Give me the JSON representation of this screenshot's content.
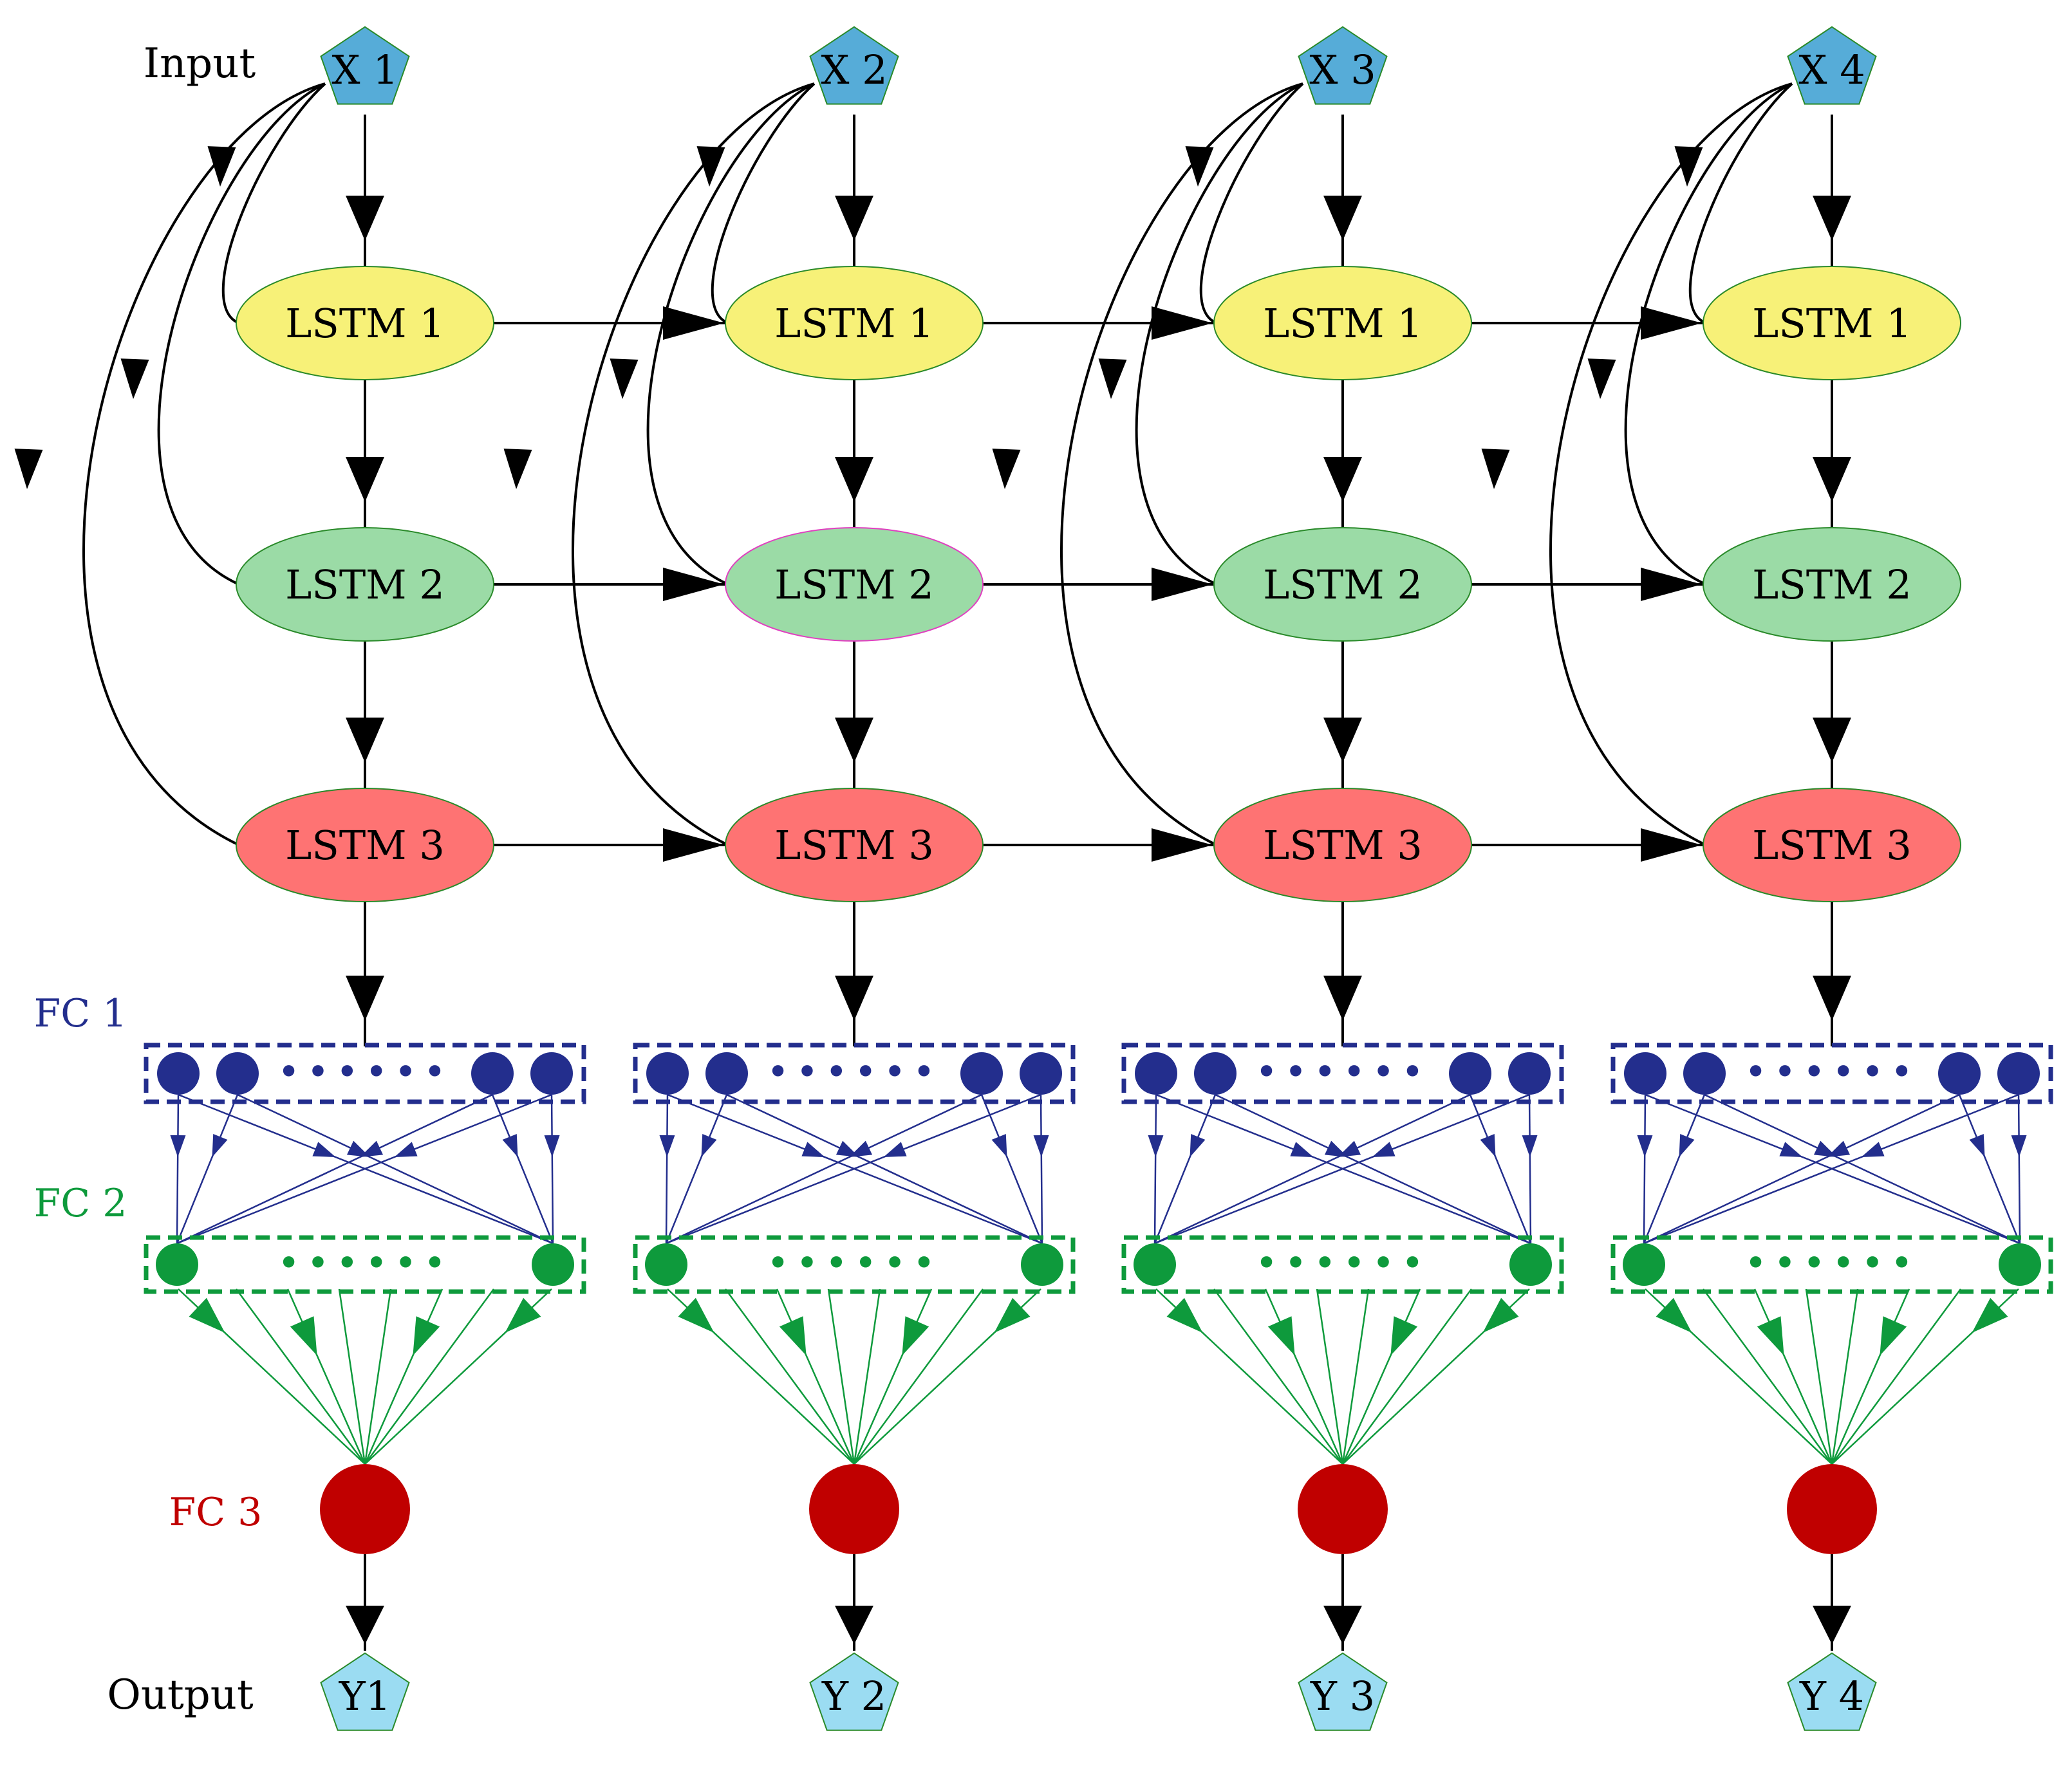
{
  "labels": {
    "input": "Input",
    "output": "Output",
    "fc1": "FC 1",
    "fc2": "FC 2",
    "fc3": "FC 3"
  },
  "colors": {
    "input_fill": "#56acd8",
    "output_fill": "#9bdcf2",
    "lstm1_fill": "#f7f178",
    "lstm2_fill": "#9bdba6",
    "lstm3_fill": "#fe7373",
    "fc1": "#232e8d",
    "fc2": "#0e9a3c",
    "fc3": "#c00000",
    "edge": "#000000",
    "node_border": "#2a8a2a",
    "highlight_border": "#e040c0"
  },
  "dots": "••••••",
  "columns": [
    {
      "input": "X 1",
      "lstm1": "LSTM 1",
      "lstm2": "LSTM 2",
      "lstm3": "LSTM 3",
      "output": "Y1"
    },
    {
      "input": "X 2",
      "lstm1": "LSTM 1",
      "lstm2": "LSTM 2",
      "lstm3": "LSTM 3",
      "output": "Y 2"
    },
    {
      "input": "X 3",
      "lstm1": "LSTM 1",
      "lstm2": "LSTM 2",
      "lstm3": "LSTM 3",
      "output": "Y 3"
    },
    {
      "input": "X 4",
      "lstm1": "LSTM 1",
      "lstm2": "LSTM 2",
      "lstm3": "LSTM 3",
      "output": "Y 4"
    }
  ]
}
